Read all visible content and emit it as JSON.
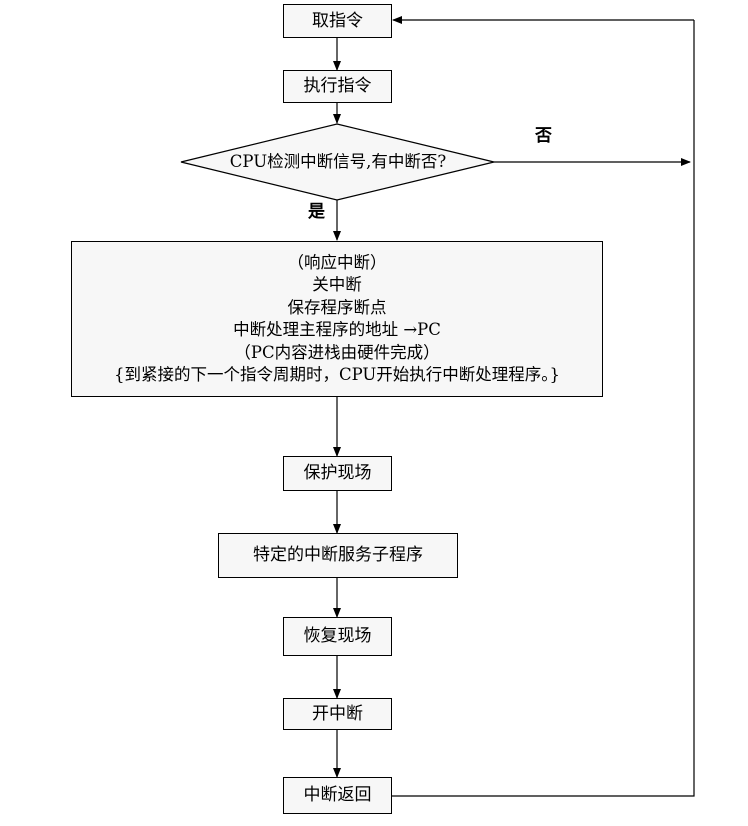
{
  "flow": {
    "fetch": "取指令",
    "execute": "执行指令",
    "decision": "CPU检测中断信号,有中断否?",
    "yes_label": "是",
    "no_label": "否",
    "response_lines": [
      "（响应中断）",
      "关中断",
      "保存程序断点",
      "中断处理主程序的地址 →PC",
      "（PC内容进栈由硬件完成）",
      "{到紧接的下一个指令周期时，CPU开始执行中断处理程序。}"
    ],
    "save_context": "保护现场",
    "service": "特定的中断服务子程序",
    "restore_context": "恢复现场",
    "enable_interrupt": "开中断",
    "return": "中断返回"
  }
}
